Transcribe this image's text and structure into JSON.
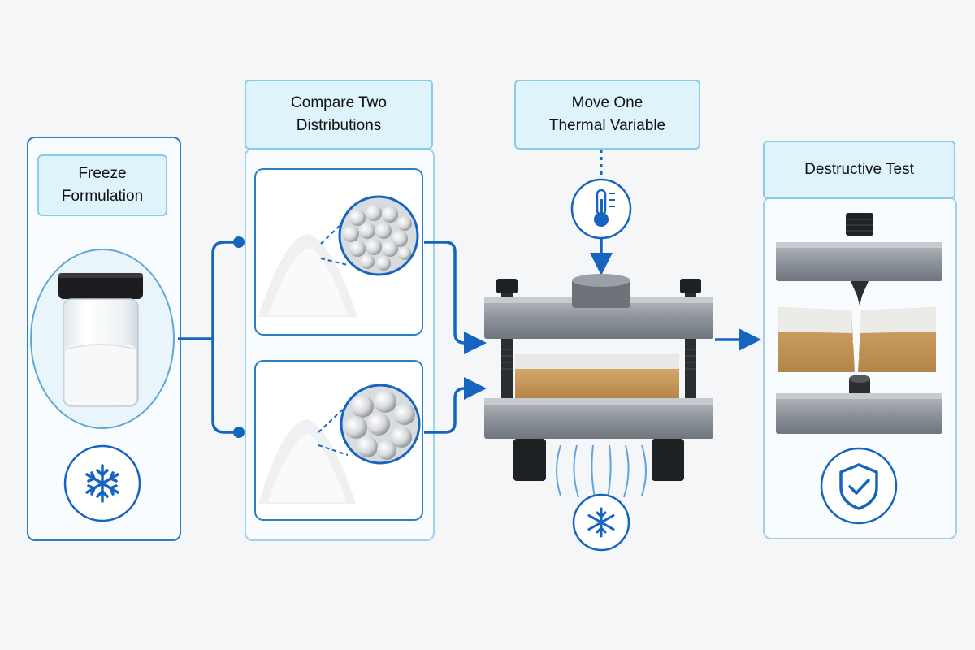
{
  "steps": {
    "freeze": {
      "label": "Freeze\nFormulation",
      "icon": "snowflake-icon"
    },
    "compare": {
      "label": "Compare Two\nDistributions"
    },
    "thermal": {
      "label": "Move One\nThermal Variable",
      "icon": "thermometer-icon"
    },
    "destructive": {
      "label": "Destructive Test",
      "icon": "shield-check-icon"
    }
  },
  "colors": {
    "accent": "#1565c0",
    "panel_border": "#9fd2ec",
    "label_fill": "#dff3fb",
    "background": "#f4f6f8"
  }
}
